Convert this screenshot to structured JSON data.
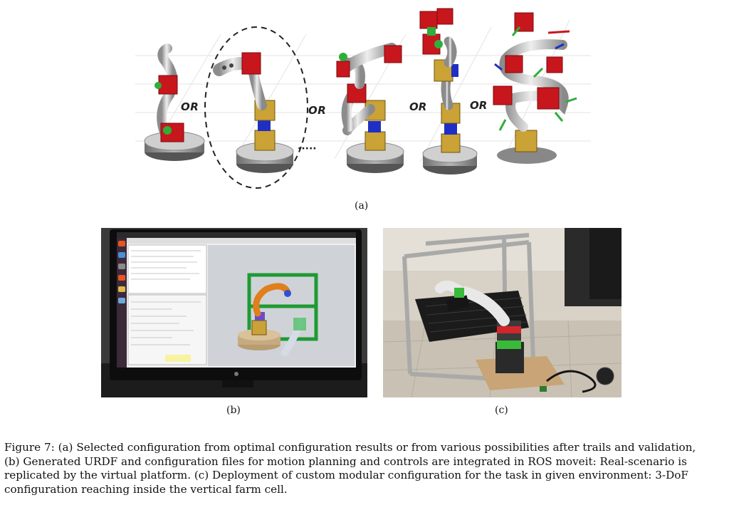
{
  "figure": {
    "panel_a": {
      "label": "(a)",
      "or_texts": [
        "OR",
        "OR",
        "OR",
        "OR"
      ],
      "ellipsis": "·····"
    },
    "panel_b": {
      "label": "(b)"
    },
    "panel_c": {
      "label": "(c)"
    },
    "caption": {
      "lines": [
        "Figure 7: (a) Selected configuration from optimal configuration results or from various possibilities after trails and validation,",
        "(b) Generated URDF and configuration files for motion planning and controls are integrated in ROS moveit: Real-scenario is",
        "replicated by the virtual platform. (c) Deployment of custom modular configuration for the task in given environment: 3-DoF",
        "configuration reaching inside the vertical farm cell."
      ]
    }
  },
  "colors": {
    "red_module": "#c8161d",
    "green_joint": "#2eae3a",
    "gold_module": "#caa235",
    "blue_module": "#1f2fc4",
    "base_gray": "#9a9a9a",
    "link_silver": "#cfcfcf"
  }
}
